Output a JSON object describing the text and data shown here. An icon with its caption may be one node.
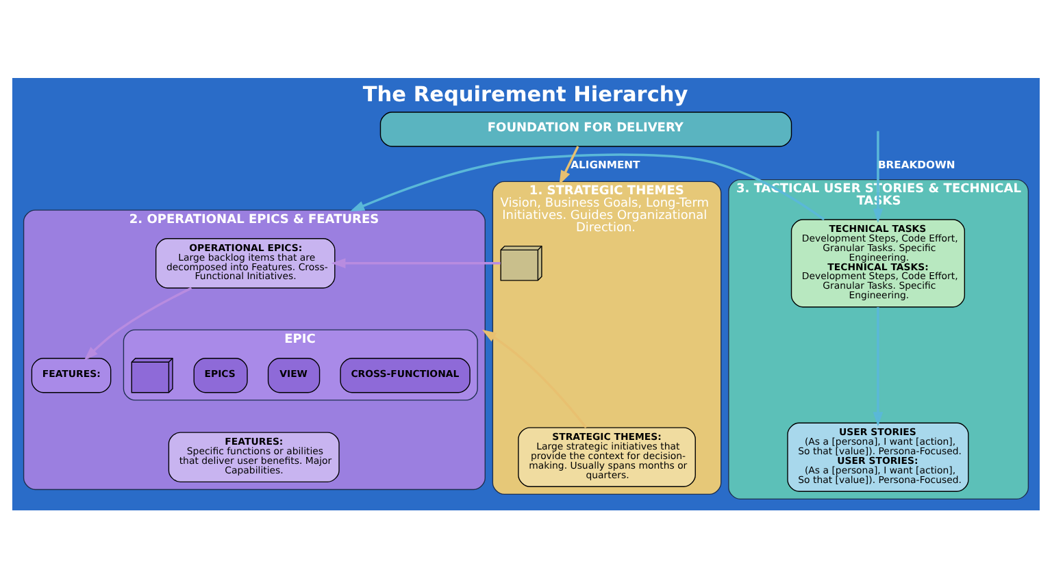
{
  "diagram": {
    "title": "The Requirement Hierarchy",
    "nodes": [
      {
        "text": [
          "1. STRATEGIC THEMES",
          "Vision, Business Goals, Long-Term Initiatives. Guides Organizational Direction."
        ]
      },
      {
        "text": [],
        "shape": "picture",
        "in": 0
      },
      {
        "text": [
          "STRATEGIC THEMES:",
          "Large strategic initiatives that provide the context for decision-making. Usually spans months or quarters."
        ],
        "in": 0
      },
      {
        "text": [
          "2. OPERATIONAL EPICS & FEATURES"
        ]
      },
      {
        "text": [
          "OPERATIONAL EPICS:",
          "Large backlog items that are decomposed into Features. Cross-Functional Initiatives."
        ],
        "in": 3
      },
      {
        "text": [
          "EPIC"
        ],
        "in": 3
      },
      {
        "text": [
          "CROSS-FUNCTIONAL"
        ],
        "in": 5
      },
      {
        "text": [
          "VIEW"
        ],
        "in": 5
      },
      {
        "text": [
          "EPICS"
        ],
        "in": 5
      },
      {
        "text": [],
        "shape": "picture",
        "in": 5
      },
      {
        "text": [
          "FEATURES:"
        ],
        "in": 3
      },
      {
        "text": [
          "FEATURES:",
          "Specific functions or abilities that deliver user benefits. Major Capabilities."
        ],
        "in": 3
      },
      {
        "text": [
          "3. TACTICAL USER STORIES & TECHNICAL TASKS"
        ]
      },
      {
        "text": [
          "USER STORIES",
          "(As a [persona], I want [action], So that [value]). Persona-Focused.",
          "USER STORIES:",
          "(As a [persona], I want [action], So that [value]). Persona-Focused."
        ],
        "in": 12
      },
      {
        "text": [
          "TECHNICAL TASKS",
          "Development Steps, Code Effort, Granular Tasks. Specific Engineering.",
          "TECHNICAL TASKS:",
          "Development Steps, Code Effort, Granular Tasks. Specific Engineering."
        ],
        "in": 12
      },
      {
        "text": [
          "FOUNDATION FOR DELIVERY"
        ]
      }
    ],
    "edges": [
      {
        "from": 15,
        "to": 0,
        "arrow": "to",
        "label": "ALIGNMENT",
        "color": "#e8c070"
      },
      {
        "from": 1,
        "to": 4,
        "arrow": "to",
        "color": "#b88ce0"
      },
      {
        "from": 4,
        "to": 10,
        "arrow": "to",
        "color": "#b88ce0"
      },
      {
        "from": 2,
        "to": 3,
        "arrow": "to",
        "color": "#e8c070"
      },
      {
        "from": null,
        "to": 14,
        "arrow": "to",
        "label": "BREAKDOWN",
        "color": "#5ab8d8"
      },
      {
        "from": 14,
        "to": 3,
        "arrow": "to",
        "color": "#5ab8d8"
      },
      {
        "from": 14,
        "to": 13,
        "arrow": "to",
        "color": "#5ab8d8"
      }
    ]
  }
}
